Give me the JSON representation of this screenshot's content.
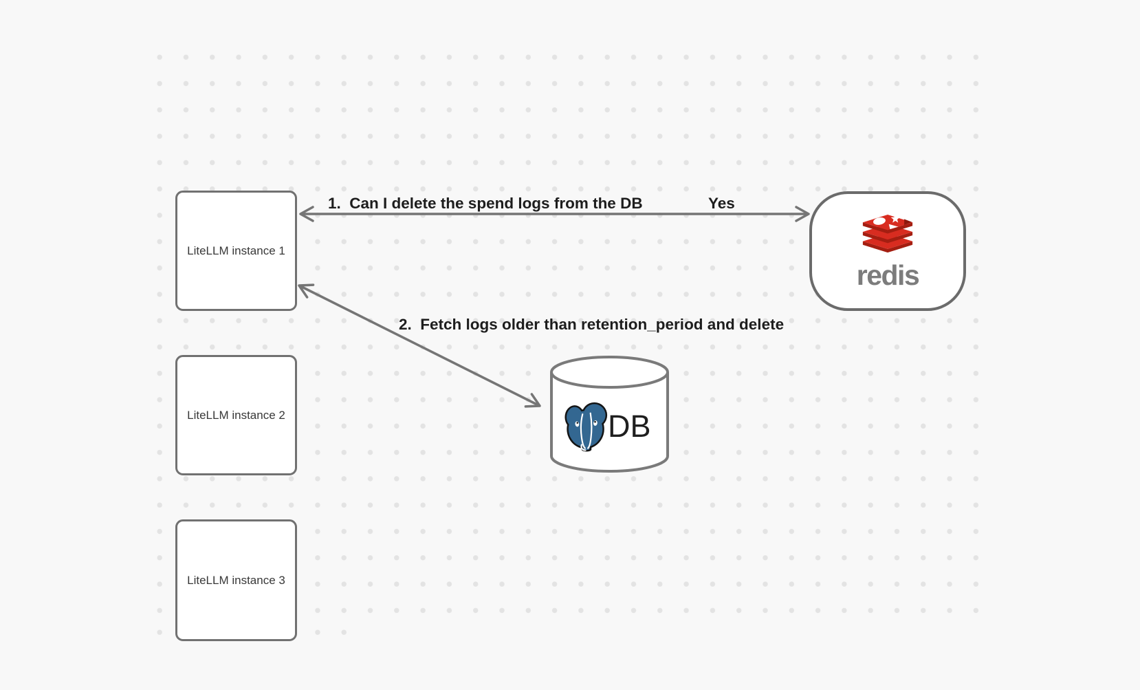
{
  "canvas": {
    "background_color": "#f8f8f8",
    "dot_color": "#e3e3e3"
  },
  "nodes": {
    "litellm_instances": [
      {
        "label": "LiteLLM instance 1"
      },
      {
        "label": "LiteLLM instance 2"
      },
      {
        "label": "LiteLLM instance 3"
      }
    ],
    "redis": {
      "wordmark": "redis",
      "icon": "redis-stack-icon",
      "colors": {
        "red_bright": "#d82c20",
        "red_dark": "#a41e11",
        "wordmark_gray": "#7c7c7c"
      }
    },
    "database": {
      "label": "DB",
      "icon": "postgresql-elephant-icon",
      "colors": {
        "elephant_blue": "#336791"
      }
    }
  },
  "connections": [
    {
      "label": "1.  Can I delete the spend logs from the DB",
      "response": "Yes",
      "from": "litellm-instance-1",
      "to": "redis",
      "bidirectional": true
    },
    {
      "label": "2.  Fetch logs older than retention_period and delete",
      "from": "litellm-instance-1",
      "to": "db",
      "bidirectional": true
    }
  ]
}
